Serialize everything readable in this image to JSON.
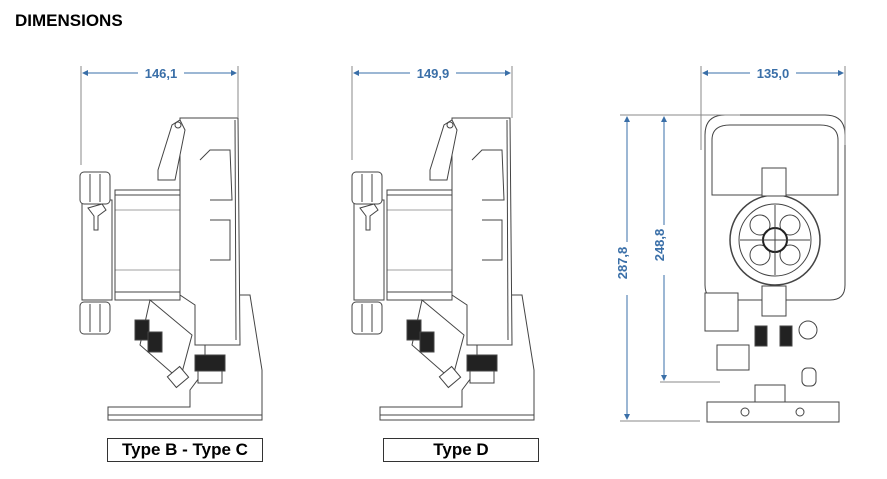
{
  "title": "DIMENSIONS",
  "views": [
    {
      "label": "Type B - Type C",
      "width_dim": "146,1"
    },
    {
      "label": "Type D",
      "width_dim": "149,9"
    },
    {
      "width_dim": "135,0",
      "height_total_dim": "287,8",
      "height_body_dim": "248,8"
    }
  ],
  "colors": {
    "dimension": "#3a6fa8",
    "line": "#333333"
  }
}
